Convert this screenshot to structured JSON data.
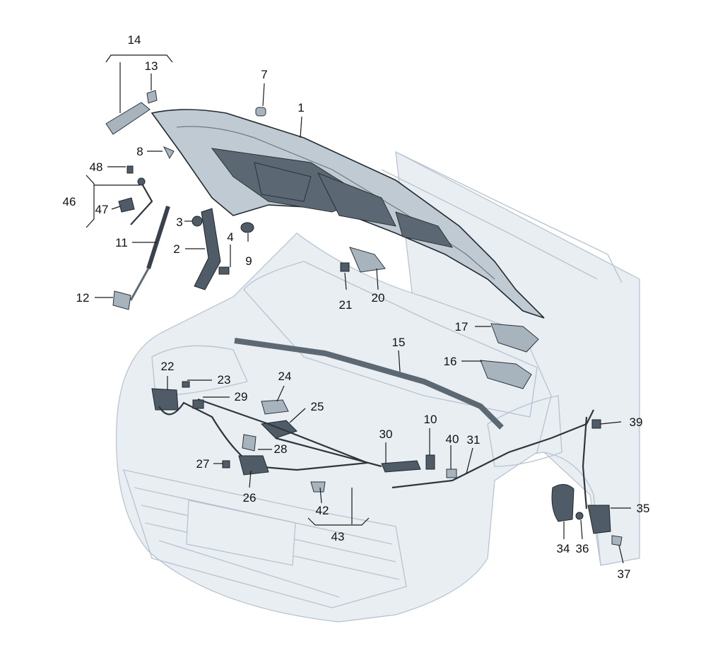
{
  "labels": [
    {
      "id": "l1",
      "text": "1"
    },
    {
      "id": "l2",
      "text": "2"
    },
    {
      "id": "l3",
      "text": "3"
    },
    {
      "id": "l4",
      "text": "4"
    },
    {
      "id": "l7",
      "text": "7"
    },
    {
      "id": "l8",
      "text": "8"
    },
    {
      "id": "l9",
      "text": "9"
    },
    {
      "id": "l10",
      "text": "10"
    },
    {
      "id": "l11",
      "text": "11"
    },
    {
      "id": "l12",
      "text": "12"
    },
    {
      "id": "l13",
      "text": "13"
    },
    {
      "id": "l14",
      "text": "14"
    },
    {
      "id": "l15",
      "text": "15"
    },
    {
      "id": "l16",
      "text": "16"
    },
    {
      "id": "l17",
      "text": "17"
    },
    {
      "id": "l20",
      "text": "20"
    },
    {
      "id": "l21",
      "text": "21"
    },
    {
      "id": "l22",
      "text": "22"
    },
    {
      "id": "l23",
      "text": "23"
    },
    {
      "id": "l24",
      "text": "24"
    },
    {
      "id": "l25",
      "text": "25"
    },
    {
      "id": "l26",
      "text": "26"
    },
    {
      "id": "l27",
      "text": "27"
    },
    {
      "id": "l28",
      "text": "28"
    },
    {
      "id": "l29",
      "text": "29"
    },
    {
      "id": "l30",
      "text": "30"
    },
    {
      "id": "l31",
      "text": "31"
    },
    {
      "id": "l34",
      "text": "34"
    },
    {
      "id": "l35",
      "text": "35"
    },
    {
      "id": "l36",
      "text": "36"
    },
    {
      "id": "l37",
      "text": "37"
    },
    {
      "id": "l39",
      "text": "39"
    },
    {
      "id": "l40",
      "text": "40"
    },
    {
      "id": "l42",
      "text": "42"
    },
    {
      "id": "l43",
      "text": "43"
    },
    {
      "id": "l46",
      "text": "46"
    },
    {
      "id": "l47",
      "text": "47"
    },
    {
      "id": "l48",
      "text": "48"
    }
  ]
}
